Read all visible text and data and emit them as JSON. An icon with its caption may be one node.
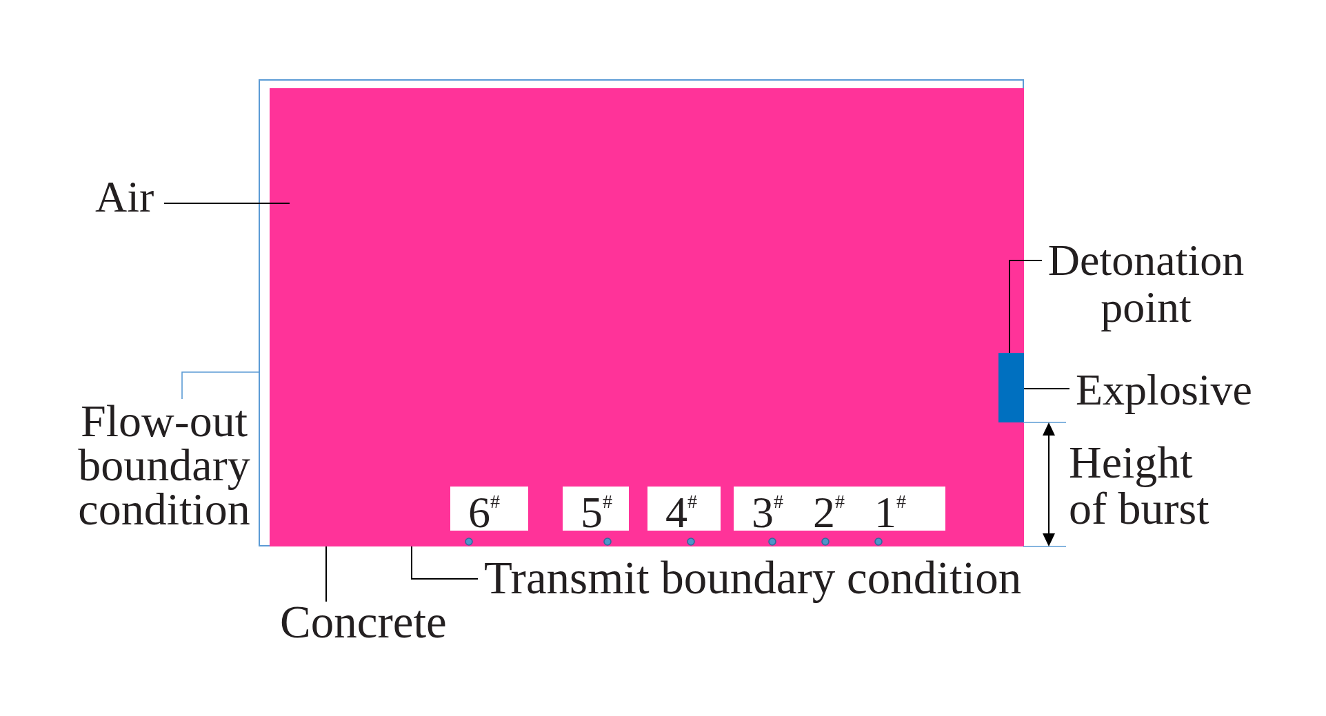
{
  "diagram": {
    "nodes": [
      {
        "text": [],
        "shape": "box"
      },
      {
        "text": [],
        "shape": "box",
        "in": 0
      },
      {
        "text": [],
        "shape": "box",
        "in": 1
      },
      {
        "text": [
          "6$^{#}$"
        ],
        "in": 1
      },
      {
        "text": [
          "5$^{#}$"
        ],
        "in": 1
      },
      {
        "text": [
          "4$^{#}$"
        ],
        "in": 1
      },
      {
        "text": [
          "3$^{#}$",
          "2$^{#}$",
          "1$^{#}$"
        ],
        "in": 1
      },
      {
        "text": [
          "Air"
        ]
      },
      {
        "text": [
          "Detonation point"
        ]
      },
      {
        "text": [
          "Explosive"
        ]
      },
      {
        "text": [
          "Flow-out boundary condition"
        ]
      },
      {
        "text": [
          "Transmit boundary condition"
        ]
      },
      {
        "text": [
          "Concrete"
        ]
      }
    ],
    "edges": [
      {
        "from": 7,
        "to": 1,
        "arrow": "none"
      },
      {
        "from": 8,
        "to": 2,
        "arrow": "none"
      },
      {
        "from": 9,
        "to": 2,
        "arrow": "none"
      },
      {
        "from": 10,
        "to": 0,
        "arrow": "none",
        "color": "#5b9bd5"
      },
      {
        "from": 11,
        "to": 1,
        "arrow": "none"
      },
      {
        "from": 12,
        "to": 1,
        "arrow": "none"
      }
    ],
    "labels": [
      "Height of burst"
    ]
  }
}
